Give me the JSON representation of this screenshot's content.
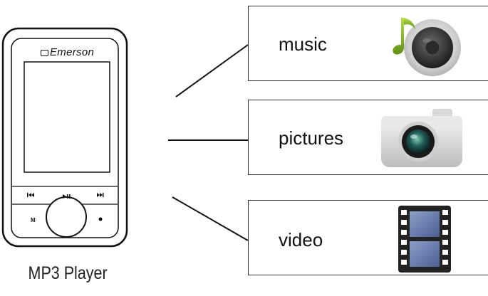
{
  "device": {
    "brand": "Emerson",
    "caption": "MP3 Player"
  },
  "features": [
    {
      "label": "music",
      "icon": "speaker-music-note-icon"
    },
    {
      "label": "pictures",
      "icon": "camera-icon"
    },
    {
      "label": "video",
      "icon": "film-strip-icon"
    }
  ]
}
